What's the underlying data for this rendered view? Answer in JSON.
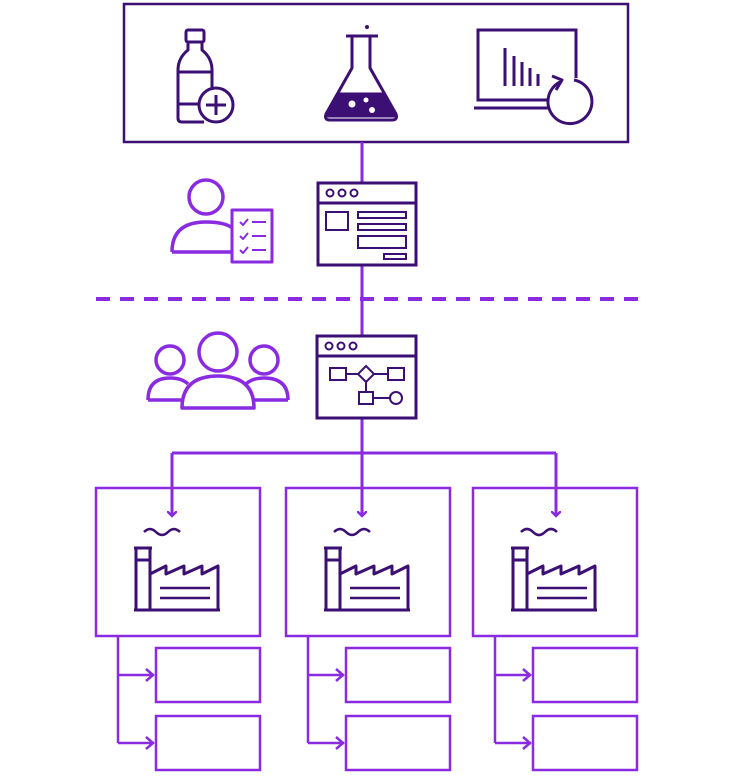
{
  "colors": {
    "dark": "#3b0f74",
    "accent": "#8a2be2",
    "background": "#ffffff"
  },
  "top_panel": {
    "icons": [
      "bottle-plus-icon",
      "flask-icon",
      "monitor-chart-refresh-icon"
    ]
  },
  "level_one": {
    "person_icon": "user-checklist-icon",
    "window_icon": "browser-form-icon"
  },
  "separator": "dashed-line",
  "level_two": {
    "people_icon": "team-icon",
    "window_icon": "browser-flowchart-icon"
  },
  "sites": [
    {
      "icon": "factory-icon",
      "sub_boxes": 2
    },
    {
      "icon": "factory-icon",
      "sub_boxes": 2
    },
    {
      "icon": "factory-icon",
      "sub_boxes": 2
    }
  ]
}
